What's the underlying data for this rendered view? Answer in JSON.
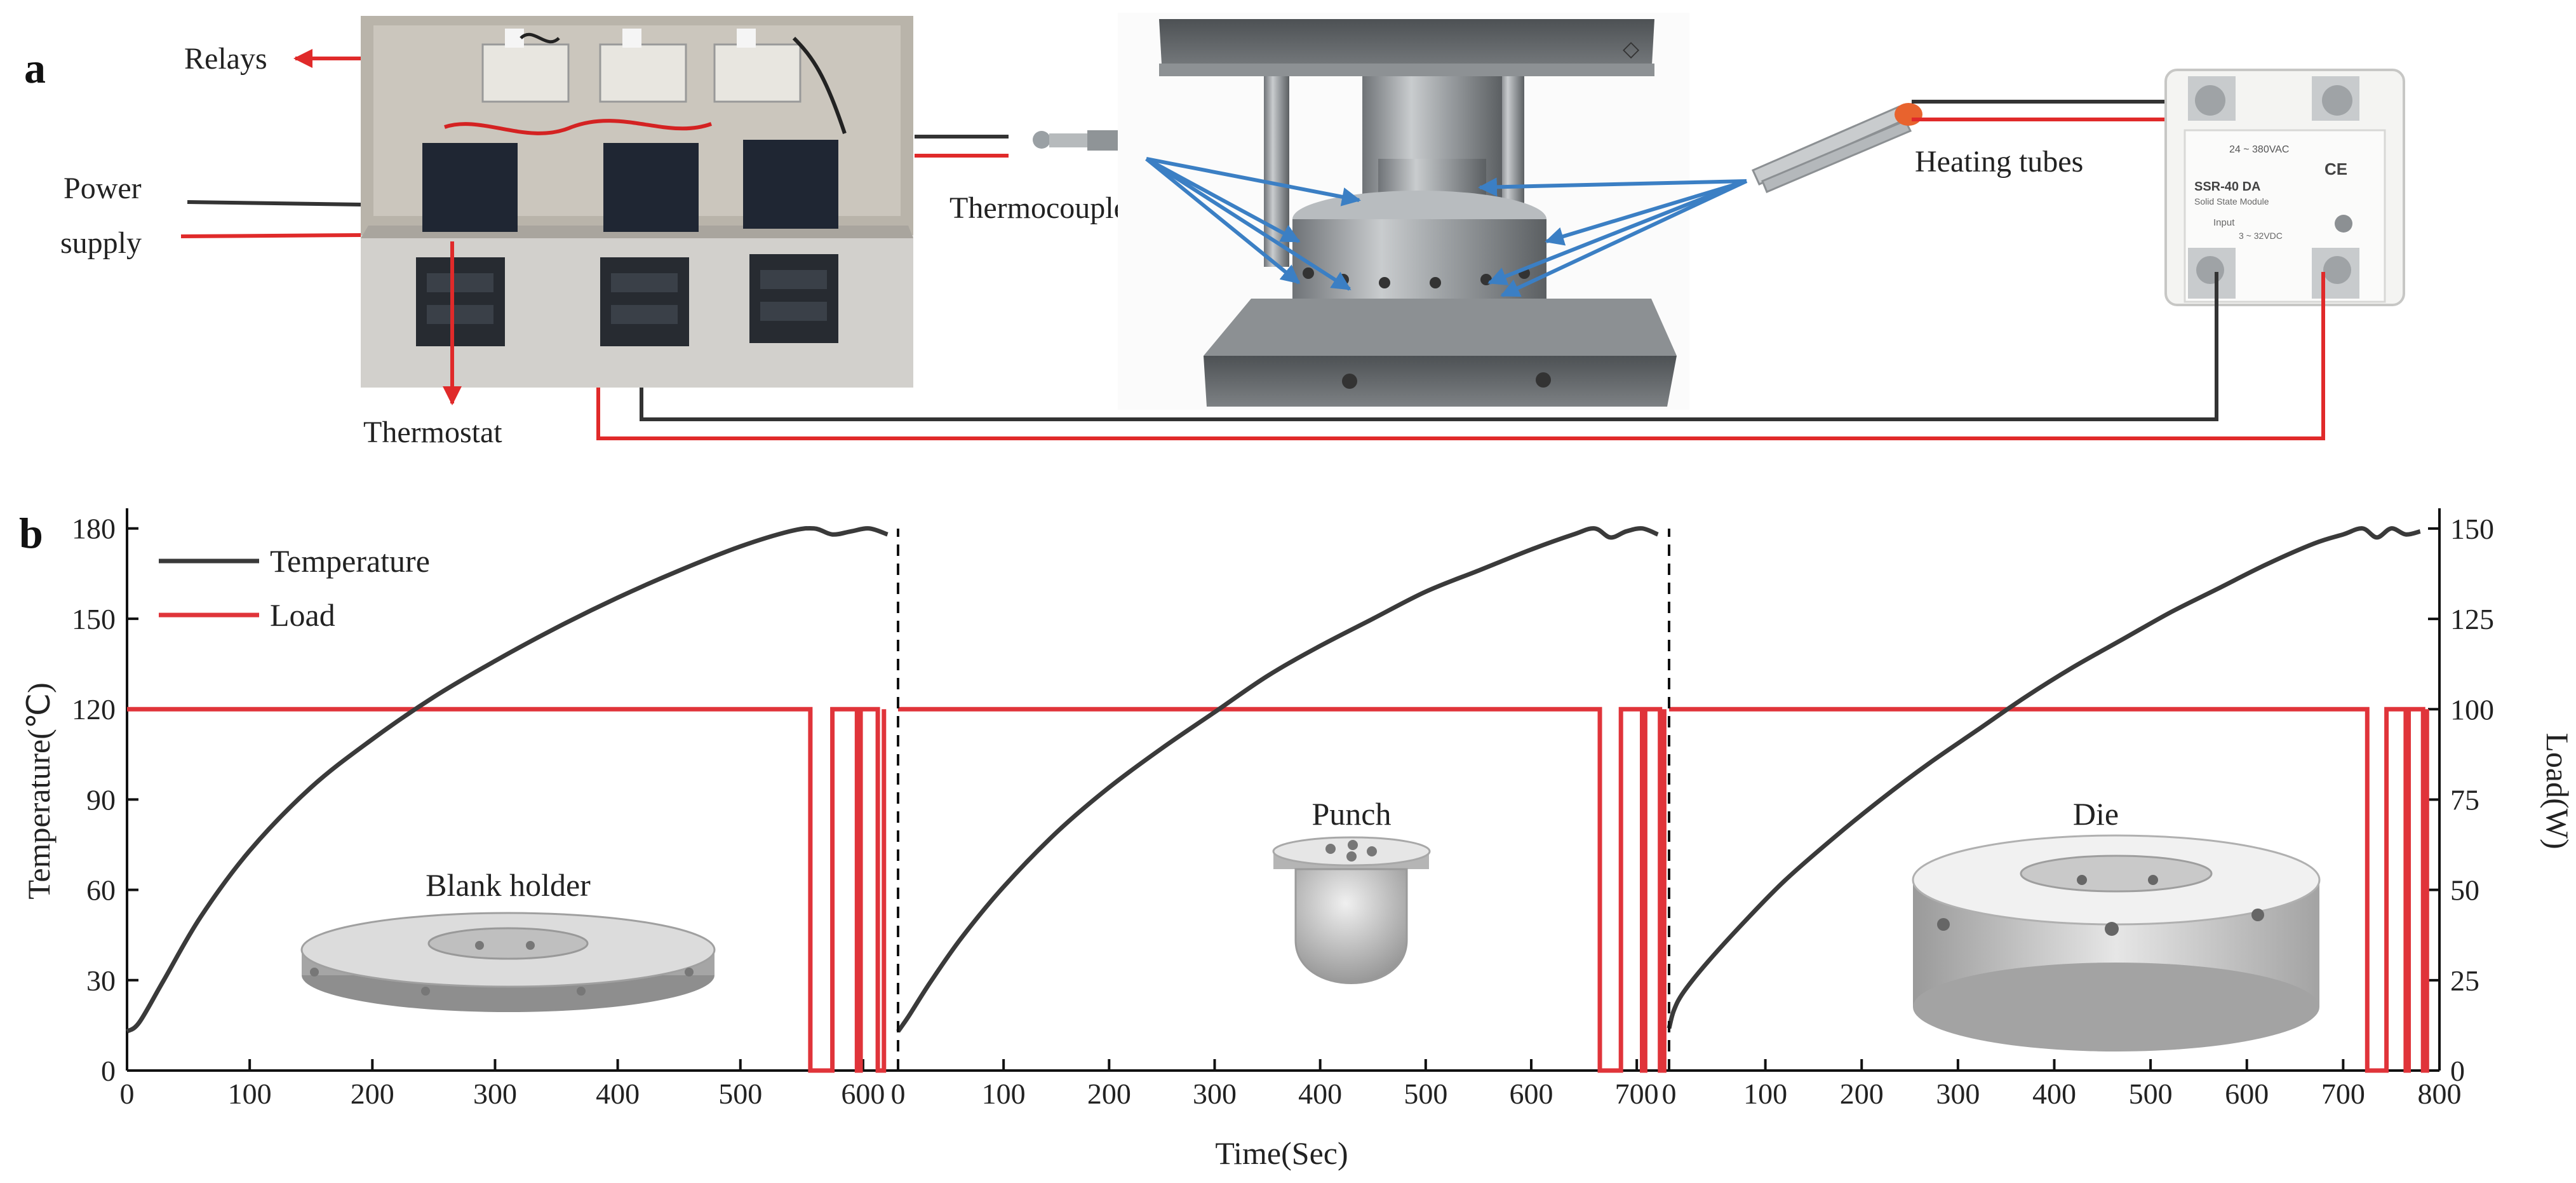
{
  "panel_a": {
    "label": "a",
    "captions": {
      "relays": "Relays",
      "power": "Power",
      "supply": "supply",
      "thermostat": "Thermostat",
      "thermocouple": "Thermocouple",
      "heating_tubes": "Heating tubes"
    },
    "relay_module_text": {
      "brand": "SSR-40 DA",
      "rating": "24 ~ 380VAC",
      "name": "Solid State Module",
      "input": "Input",
      "input_range": "3 ~ 32VDC",
      "ce": "CE"
    },
    "colors": {
      "wire_red": "#e02a2a",
      "wire_black": "#333333",
      "arrow_blue": "#3b7fc4"
    }
  },
  "panel_b": {
    "label": "b",
    "legend": [
      "Temperature",
      "Load"
    ],
    "insets": [
      "Blank holder",
      "Punch",
      "Die"
    ],
    "colors": {
      "temperature": "#3a3a3a",
      "load": "#e0343a",
      "divider": "#111111"
    }
  },
  "chart_data": {
    "type": "line",
    "xlabel": "Time(Sec)",
    "ylabel": "Temperature(℃)",
    "y2label": "Load(W)",
    "ylim": [
      0,
      185
    ],
    "y2lim": [
      0,
      154.2
    ],
    "yticks": [
      "0",
      "30",
      "60",
      "90",
      "120",
      "150",
      "180"
    ],
    "y2ticks": [
      "0",
      "25",
      "50",
      "75",
      "100",
      "125",
      "150"
    ],
    "legend_position": "top-left",
    "segments": [
      {
        "name": "Blank holder",
        "xlim": [
          0,
          628
        ],
        "xticks": [
          "0",
          "100",
          "200",
          "300",
          "400",
          "500",
          "600"
        ],
        "temperature": {
          "x": [
            0,
            10,
            30,
            60,
            100,
            150,
            200,
            250,
            300,
            350,
            400,
            450,
            500,
            540,
            560,
            575,
            590,
            605,
            620
          ],
          "y": [
            13,
            16,
            30,
            51,
            73,
            94,
            110,
            124,
            136,
            147,
            157,
            166,
            174,
            179,
            180,
            178,
            179,
            180,
            178
          ]
        },
        "load": {
          "x": [
            0,
            557,
            557,
            575,
            575,
            595,
            595,
            598,
            598,
            612,
            612,
            617,
            617
          ],
          "y": [
            100,
            100,
            0,
            0,
            100,
            100,
            0,
            0,
            100,
            100,
            0,
            0,
            100
          ]
        }
      },
      {
        "name": "Punch",
        "xlim": [
          0,
          730
        ],
        "xticks": [
          "0",
          "100",
          "200",
          "300",
          "400",
          "500",
          "600",
          "700"
        ],
        "temperature": {
          "x": [
            0,
            10,
            30,
            60,
            100,
            150,
            200,
            250,
            300,
            350,
            400,
            450,
            500,
            550,
            600,
            640,
            660,
            675,
            690,
            705,
            720
          ],
          "y": [
            13,
            18,
            29,
            44,
            61,
            79,
            94,
            107,
            119,
            131,
            141,
            150,
            159,
            166,
            173,
            178,
            180,
            177,
            179,
            180,
            178
          ]
        },
        "load": {
          "x": [
            0,
            665,
            665,
            685,
            685,
            705,
            705,
            708,
            708,
            722,
            722,
            726,
            726
          ],
          "y": [
            100,
            100,
            0,
            0,
            100,
            100,
            0,
            0,
            100,
            100,
            0,
            0,
            100
          ]
        }
      },
      {
        "name": "Die",
        "xlim": [
          0,
          800
        ],
        "xticks": [
          "0",
          "100",
          "200",
          "300",
          "400",
          "500",
          "600",
          "700",
          "800"
        ],
        "temperature": {
          "x": [
            0,
            5,
            15,
            40,
            80,
            120,
            170,
            220,
            270,
            320,
            370,
            420,
            470,
            520,
            570,
            620,
            670,
            700,
            720,
            735,
            750,
            765,
            780
          ],
          "y": [
            14,
            20,
            26,
            36,
            50,
            63,
            77,
            90,
            102,
            113,
            124,
            134,
            143,
            152,
            160,
            168,
            175,
            178,
            180,
            177,
            180,
            178,
            179
          ]
        },
        "load": {
          "x": [
            0,
            725,
            725,
            745,
            745,
            765,
            765,
            768,
            768,
            783,
            783,
            787,
            787
          ],
          "y": [
            100,
            100,
            0,
            0,
            100,
            100,
            0,
            0,
            100,
            100,
            0,
            0,
            100
          ]
        }
      }
    ]
  }
}
